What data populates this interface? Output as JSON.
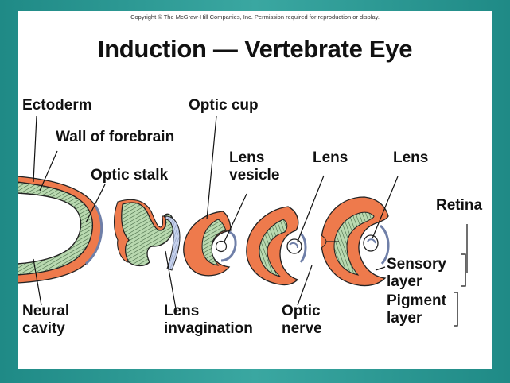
{
  "copyright": "Copyright © The McGraw-Hill Companies, Inc. Permission required for reproduction or display.",
  "title": "Induction — Vertebrate Eye",
  "labels": {
    "ectoderm": "Ectoderm",
    "wall_of_forebrain": "Wall of forebrain",
    "optic_stalk": "Optic stalk",
    "optic_cup": "Optic cup",
    "lens_vesicle_1": "Lens",
    "lens_vesicle_2": "vesicle",
    "lens_a": "Lens",
    "lens_b": "Lens",
    "retina": "Retina",
    "sensory_1": "Sensory",
    "sensory_2": "layer",
    "pigment_1": "Pigment",
    "pigment_2": "layer",
    "neural_1": "Neural",
    "neural_2": "cavity",
    "lens_inv_1": "Lens",
    "lens_inv_2": "invagination",
    "optic_nerve_1": "Optic",
    "optic_nerve_2": "nerve"
  },
  "colors": {
    "frame": "#2a9a94",
    "ectoderm_orange": "#ee7a4c",
    "neural_green": "#b9d9b0",
    "stripe_line": "#3b5e3b",
    "surface_blue": "#b9c8e8"
  }
}
